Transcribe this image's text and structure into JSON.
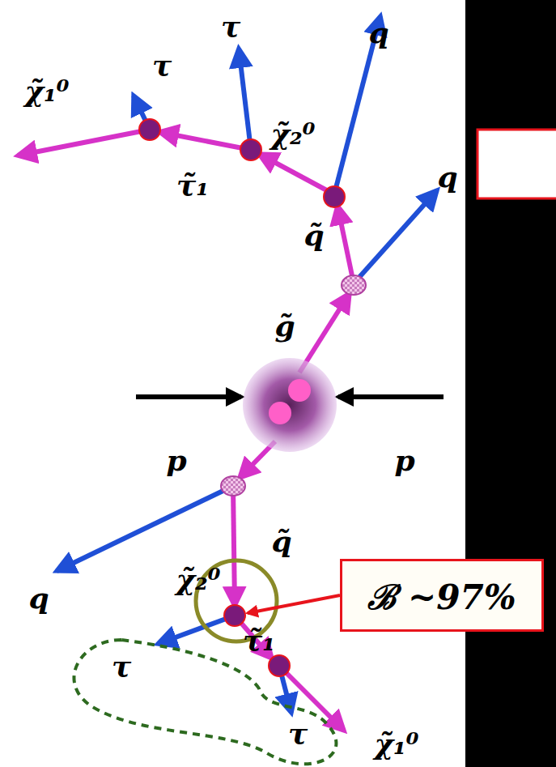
{
  "diagram": {
    "nodes": [
      {
        "text": [
          "ℬ ~97%"
        ]
      }
    ],
    "labels": [
      "q",
      "τ",
      "τ",
      "χ̃₁⁰",
      "χ̃₂⁰",
      "τ̃₁",
      "q",
      "q̃",
      "g̃",
      "p",
      "p",
      "q̃",
      "q",
      "χ̃₂⁰",
      "τ̃₁",
      "τ",
      "τ",
      "χ̃₁⁰"
    ]
  }
}
